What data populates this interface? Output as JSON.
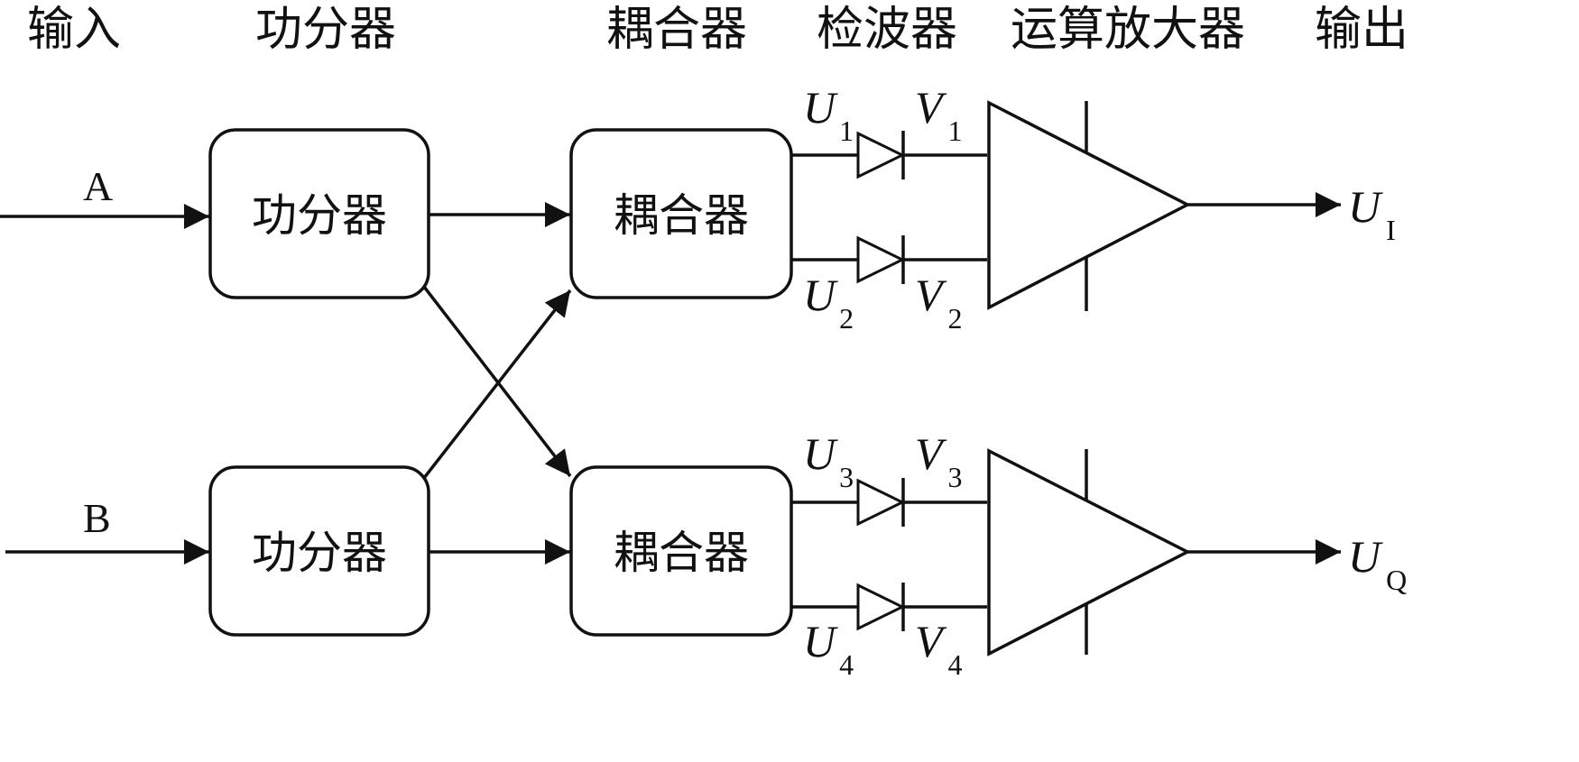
{
  "headers": {
    "input": "输入",
    "splitter": "功分器",
    "coupler": "耦合器",
    "detector": "检波器",
    "opamp": "运算放大器",
    "output": "输出"
  },
  "inputs": {
    "a": "A",
    "b": "B"
  },
  "blocks": {
    "splitter_top": "功分器",
    "splitter_bottom": "功分器",
    "coupler_top": "耦合器",
    "coupler_bottom": "耦合器"
  },
  "signals": {
    "u1": {
      "main": "U",
      "sub": "1"
    },
    "u2": {
      "main": "U",
      "sub": "2"
    },
    "u3": {
      "main": "U",
      "sub": "3"
    },
    "u4": {
      "main": "U",
      "sub": "4"
    },
    "v1": {
      "main": "V",
      "sub": "1"
    },
    "v2": {
      "main": "V",
      "sub": "2"
    },
    "v3": {
      "main": "V",
      "sub": "3"
    },
    "v4": {
      "main": "V",
      "sub": "4"
    }
  },
  "outputs": {
    "ui": {
      "main": "U",
      "sub": "I"
    },
    "uq": {
      "main": "U",
      "sub": "Q"
    }
  },
  "colors": {
    "ink": "#111111",
    "background": "#ffffff"
  }
}
